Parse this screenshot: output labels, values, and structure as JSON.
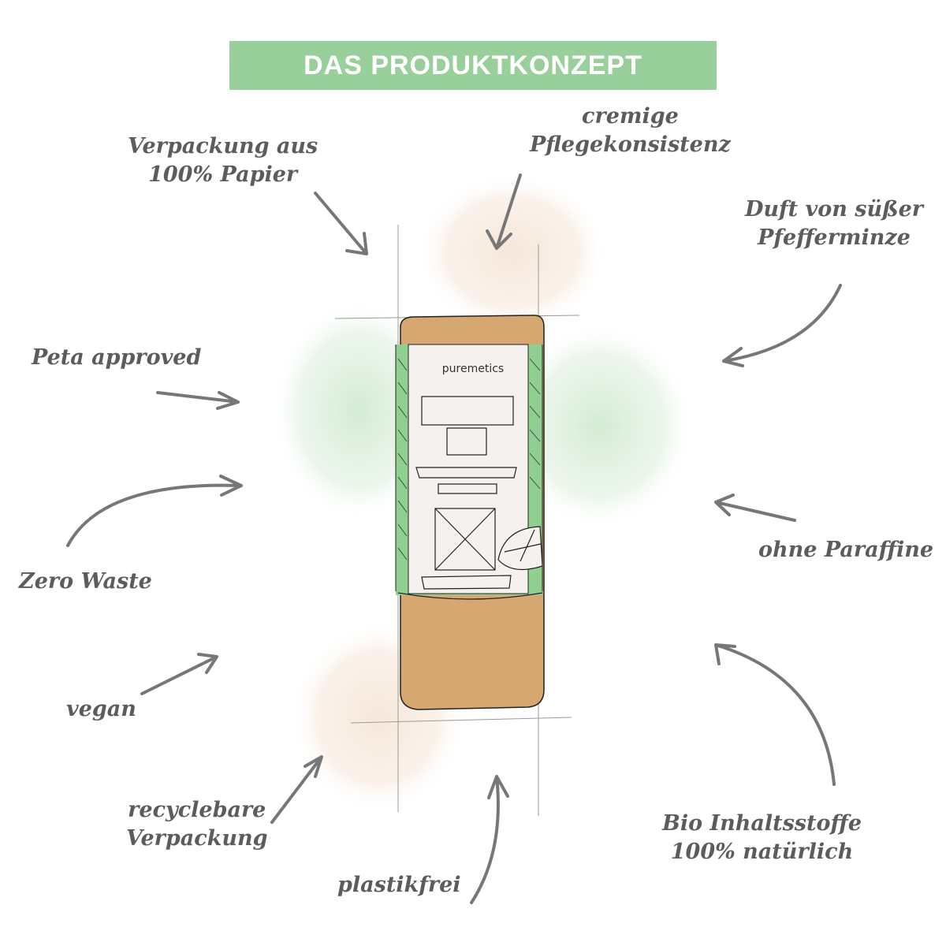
{
  "title": "DAS PRODUKTKONZEPT",
  "colors": {
    "banner": "#98cf9a",
    "banner_text": "#ffffff",
    "label_text": "#5c5c5c",
    "kraft": "#d6a770",
    "leaf_green": "#8fd091",
    "label_paper": "#f4f1ee",
    "wash_peach": "#f2d9c4",
    "wash_green": "#cfe9cf"
  },
  "product": {
    "brand": "puremetics"
  },
  "features": [
    {
      "id": "paper",
      "line1": "Verpackung aus",
      "line2": "100% Papier"
    },
    {
      "id": "creamy",
      "line1": "cremige",
      "line2": "Pflegekonsistenz"
    },
    {
      "id": "scent",
      "line1": "Duft von süßer",
      "line2": "Pfefferminze"
    },
    {
      "id": "peta",
      "line1": "Peta approved"
    },
    {
      "id": "zerowaste",
      "line1": "Zero Waste"
    },
    {
      "id": "paraffin",
      "line1": "ohne Paraffine"
    },
    {
      "id": "vegan",
      "line1": "vegan"
    },
    {
      "id": "recyclable",
      "line1": "recyclebare",
      "line2": "Verpackung"
    },
    {
      "id": "plastic",
      "line1": "plastikfrei"
    },
    {
      "id": "bio",
      "line1": "Bio Inhaltsstoffe",
      "line2": "100% natürlich"
    }
  ]
}
